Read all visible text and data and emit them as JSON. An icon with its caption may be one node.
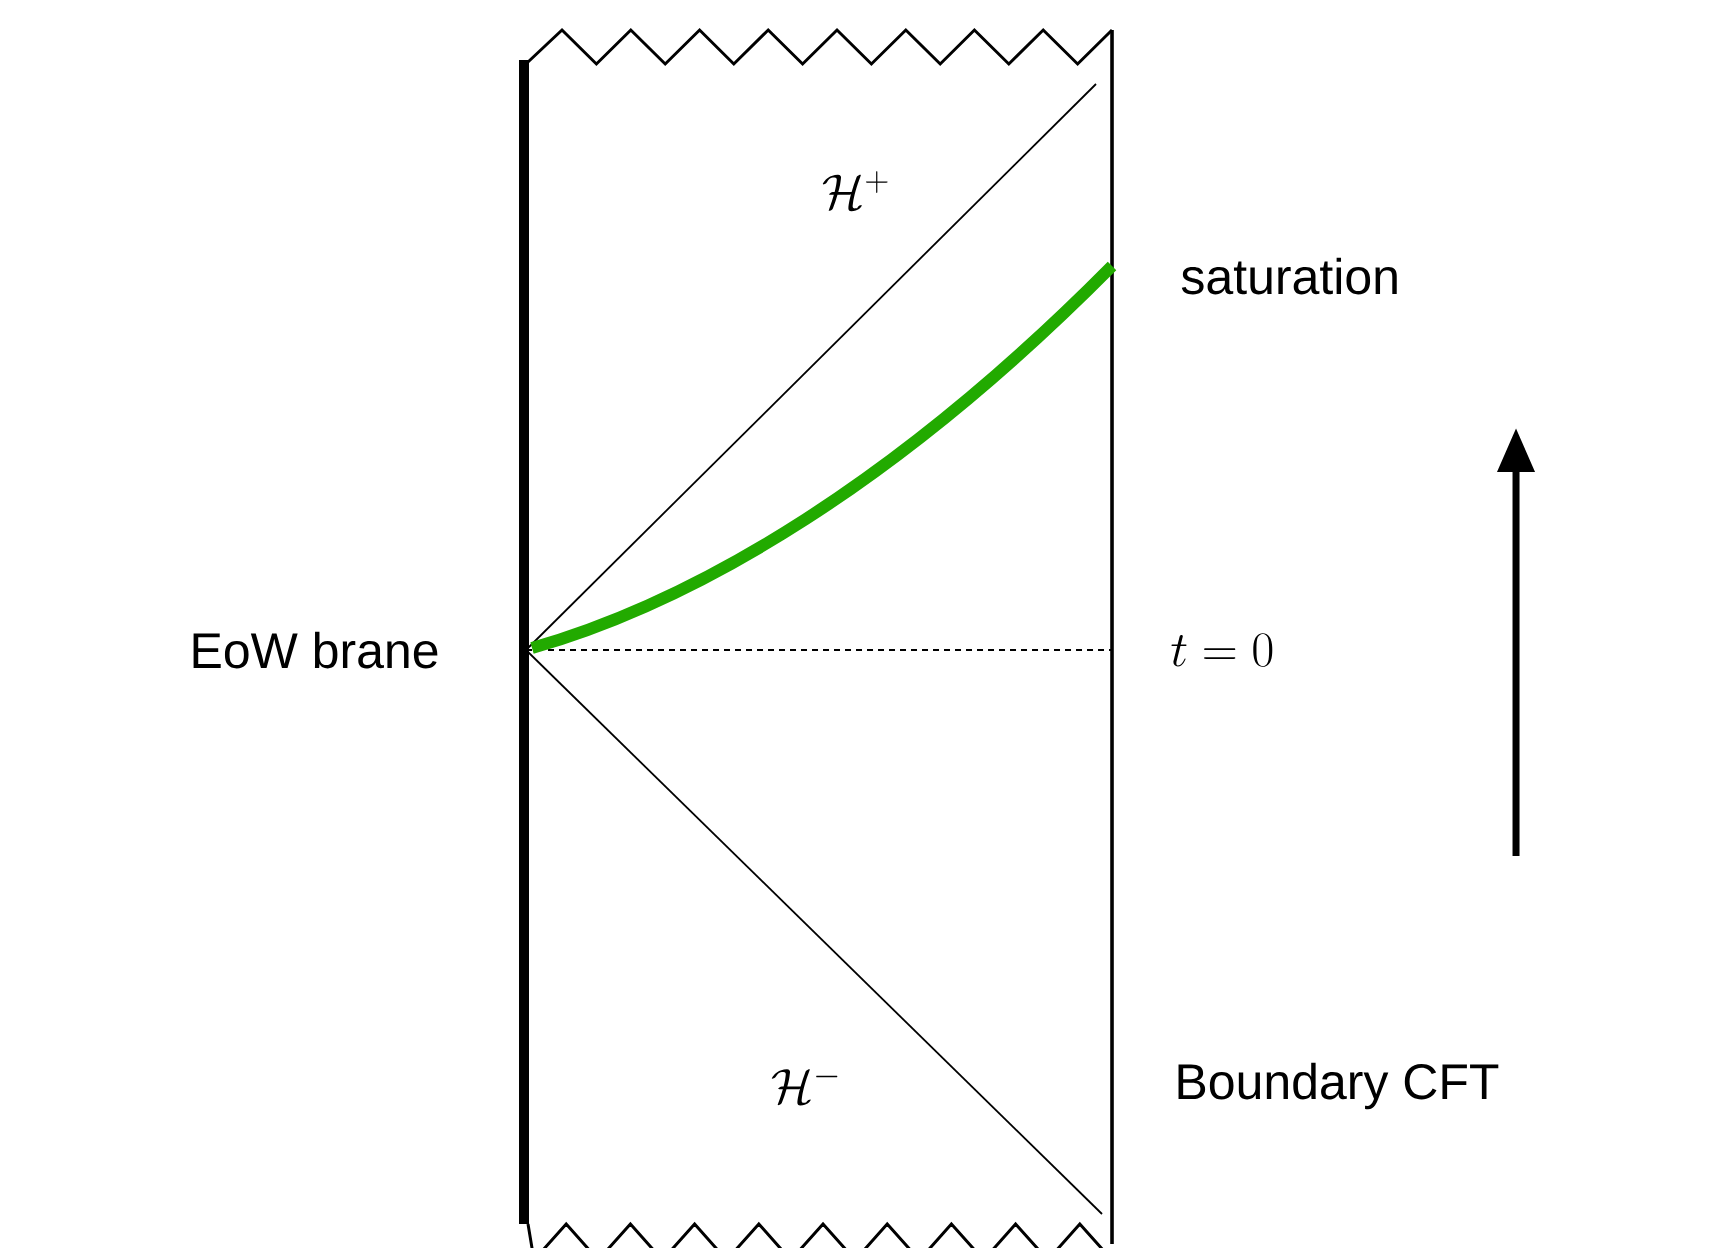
{
  "diagram": {
    "labels": [
      "\\mathcal{H}^{+}",
      "saturation",
      "EoW brane",
      "t=0",
      "\\mathcal{H}^{-}",
      "Boundary CFT"
    ]
  }
}
